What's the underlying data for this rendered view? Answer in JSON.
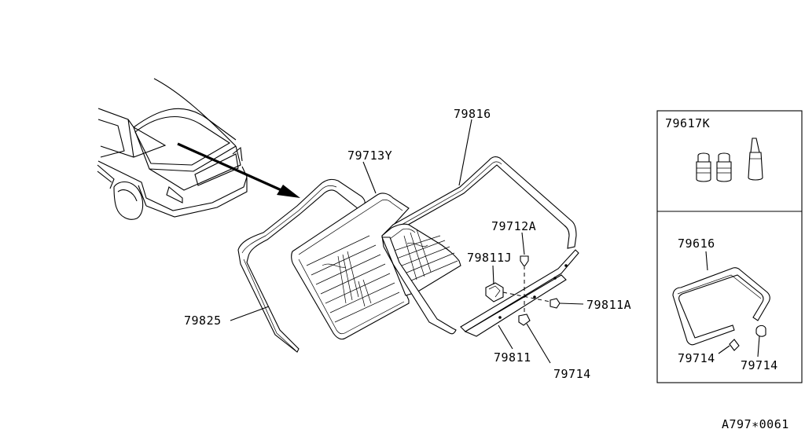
{
  "labels": {
    "p79816": "79816",
    "p79713y": "79713Y",
    "p79712a": "79712A",
    "p79811j": "79811J",
    "p79811a": "79811A",
    "p79825": "79825",
    "p79811": "79811",
    "p79714_main": "79714",
    "kit_title": "79617K",
    "p79616": "79616",
    "p79714_left": "79714",
    "p79714_right": "79714",
    "diagram_code": "A797∗0061"
  }
}
